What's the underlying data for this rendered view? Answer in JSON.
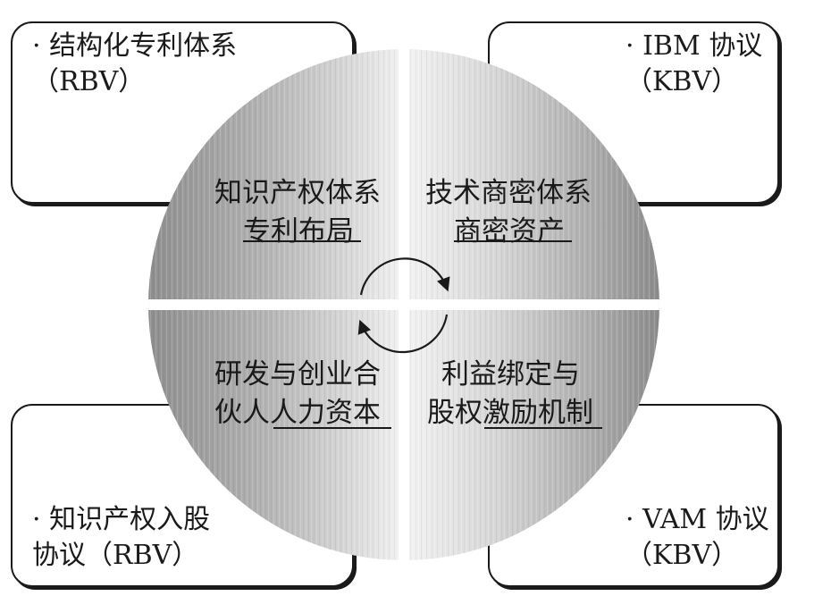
{
  "boxes": {
    "top_left": {
      "line1": "· 结构化专利体系",
      "line2": "（RBV）"
    },
    "top_right": {
      "line1": "· IBM 协议",
      "line2": "（KBV）"
    },
    "bottom_left": {
      "line1": "· 知识产权入股",
      "line2": "协议（RBV）"
    },
    "bottom_right": {
      "line1": "· VAM 协议",
      "line2": "（KBV）"
    }
  },
  "quadrants": {
    "top_left": {
      "line1": "知识产权体系",
      "line2": "专利布局"
    },
    "top_right": {
      "line1": "技术商密体系",
      "line2": "商密资产"
    },
    "bottom_left": {
      "line1": "研发与创业合",
      "line2": "伙人人力资本"
    },
    "bottom_right": {
      "line1": "利益绑定与",
      "line2": "股权激励机制"
    }
  },
  "colors": {
    "ink": "#1a1a1a",
    "disc_dark": "#8a8a8a",
    "disc_light": "#f2f2f2"
  },
  "icons": {
    "center": "cycle-arrows-icon"
  }
}
